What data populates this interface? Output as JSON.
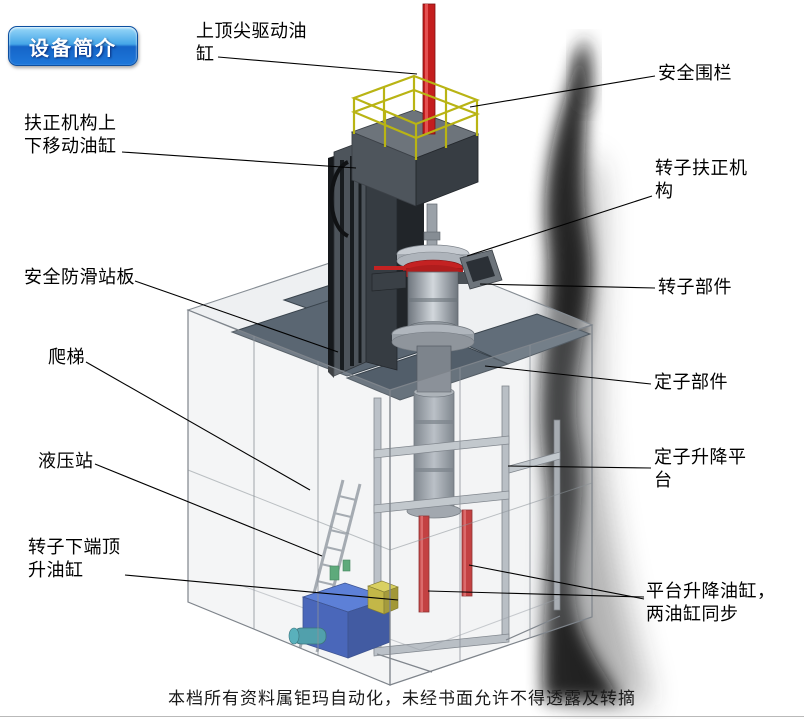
{
  "badge": {
    "label": "设备简介"
  },
  "labels": {
    "top_drive_cylinder": "上顶尖驱动油缸",
    "safety_fence": "安全围栏",
    "centering_move_cylinder": "扶正机构上下移动油缸",
    "rotor_centering_mechanism": "转子扶正机构",
    "anti_slip_plate": "安全防滑站板",
    "rotor_part": "转子部件",
    "ladder": "爬梯",
    "stator_part": "定子部件",
    "hydraulic_station": "液压站",
    "stator_lift_platform": "定子升降平台",
    "rotor_bottom_jack_cylinder": "转子下端顶升油缸",
    "platform_lift_cylinders": "平台升降油缸，两油缸同步"
  },
  "footer": {
    "copyright": "本档所有资料属钜玛自动化，未经书面允许不得透露及转摘"
  },
  "palette": {
    "badge_blue": "#1e6fd0",
    "cylinder_red": "#c41e1e",
    "railing_yellow": "#b9b414",
    "hydraulic_blue": "#2649b2",
    "enclosure_gray": "#ccd1d7",
    "platform_dark_gray": "#5a6672"
  }
}
